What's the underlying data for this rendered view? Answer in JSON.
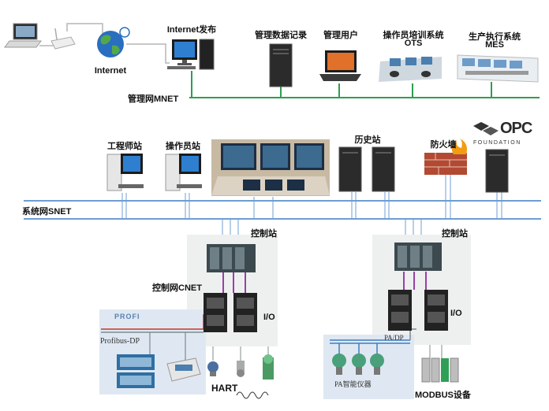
{
  "top": {
    "internet_label": "Internet",
    "internet_publish_label": "Internet发布",
    "data_record_label": "管理数据记录",
    "mgmt_user_label": "管理用户",
    "ots_label_line1": "操作员培训系统",
    "ots_label_line2": "OTS",
    "mes_label_line1": "生产执行系统",
    "mes_label_line2": "MES",
    "mnet_label": "管理网MNET"
  },
  "middle": {
    "engineer_label": "工程师站",
    "operator_label": "操作员站",
    "history_label": "历史站",
    "firewall_label": "防火墙",
    "opc_logo": "OPC",
    "opc_foundation": "FOUNDATION",
    "snet_label": "系统网SNET"
  },
  "bottom": {
    "control_station_left": "控制站",
    "control_station_right": "控制站",
    "cnet_label": "控制网CNET",
    "io_left": "I/O",
    "io_right": "I/O",
    "profibus_label": "Profibus-DP",
    "profibus_logo": "PROFI",
    "pa_dp_label": "PA/DP",
    "pa_instrument_label": "PA智能仪器",
    "hart_label": "HART",
    "modbus_label": "MODBUS设备"
  },
  "colors": {
    "mnet_line": "#2e9e4f",
    "snet_line": "#3d7ec2",
    "cnet_line": "#9b3fa8",
    "panel_bg": "#eef0f0",
    "profibus_line": "#c0392b"
  }
}
